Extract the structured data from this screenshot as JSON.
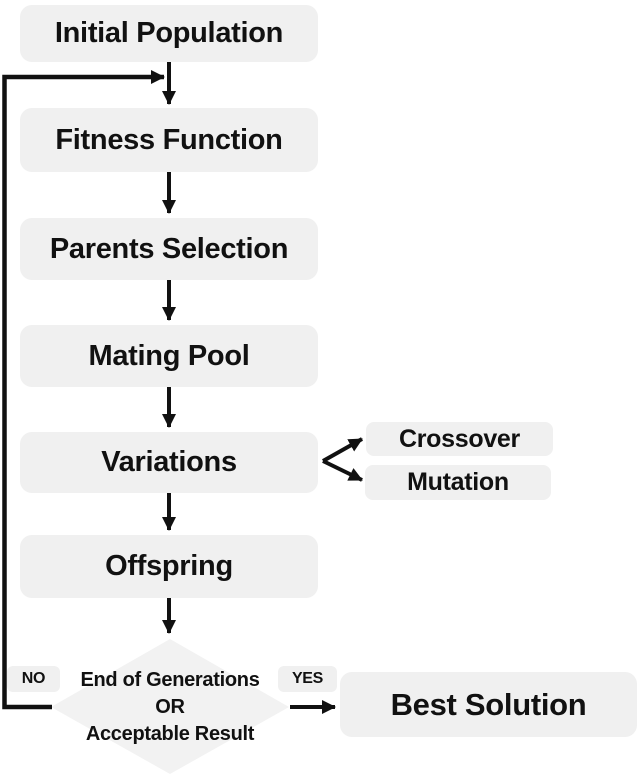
{
  "diagram": {
    "type": "flowchart",
    "nodes": {
      "initial_population": "Initial Population",
      "fitness_function": "Fitness Function",
      "parents_selection": "Parents Selection",
      "mating_pool": "Mating Pool",
      "variations": "Variations",
      "crossover": "Crossover",
      "mutation": "Mutation",
      "offspring": "Offspring",
      "best_solution": "Best Solution"
    },
    "decision": {
      "line1": "End of Generations",
      "line2": "OR",
      "line3": "Acceptable Result"
    },
    "edge_labels": {
      "no": "NO",
      "yes": "YES"
    },
    "colors": {
      "node_fill": "#f0f0f0",
      "diamond_fill": "#f2f2f2",
      "line": "#111111",
      "text": "#111111",
      "background": "#ffffff"
    }
  }
}
